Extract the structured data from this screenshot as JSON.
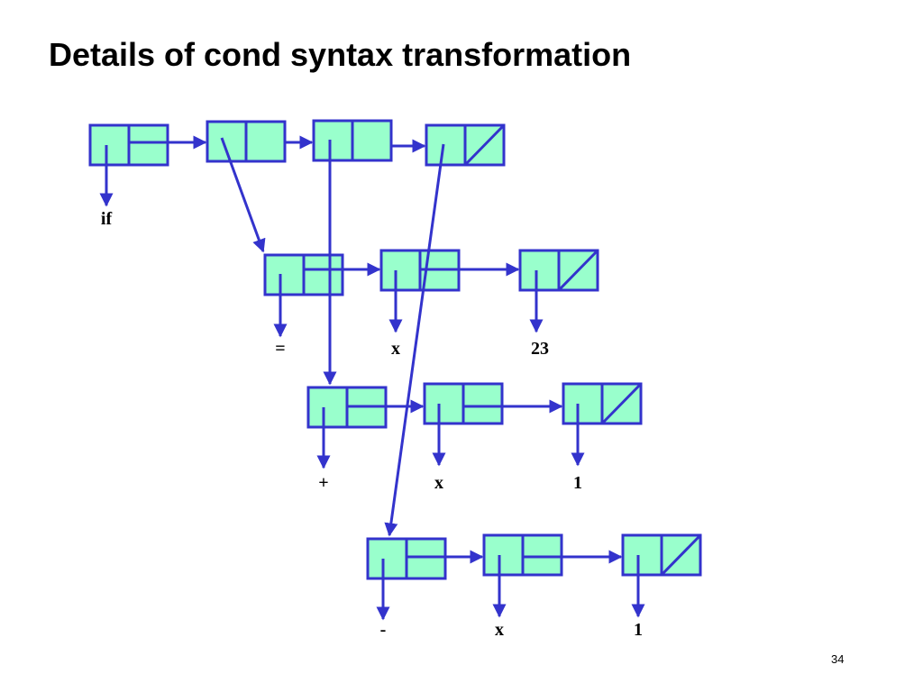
{
  "title": "Details of cond syntax transformation",
  "page_number": "34",
  "colors": {
    "cell_fill": "#99ffcc",
    "cell_stroke": "#3333cc",
    "arrow": "#3333cc",
    "text": "#000000"
  },
  "diagram": {
    "labels": {
      "if": "if",
      "equals": "=",
      "x_row2": "x",
      "num_23": "23",
      "plus": "+",
      "x_row3": "x",
      "num_1_row3": "1",
      "minus": "-",
      "x_row4": "x",
      "num_1_row4": "1"
    }
  }
}
